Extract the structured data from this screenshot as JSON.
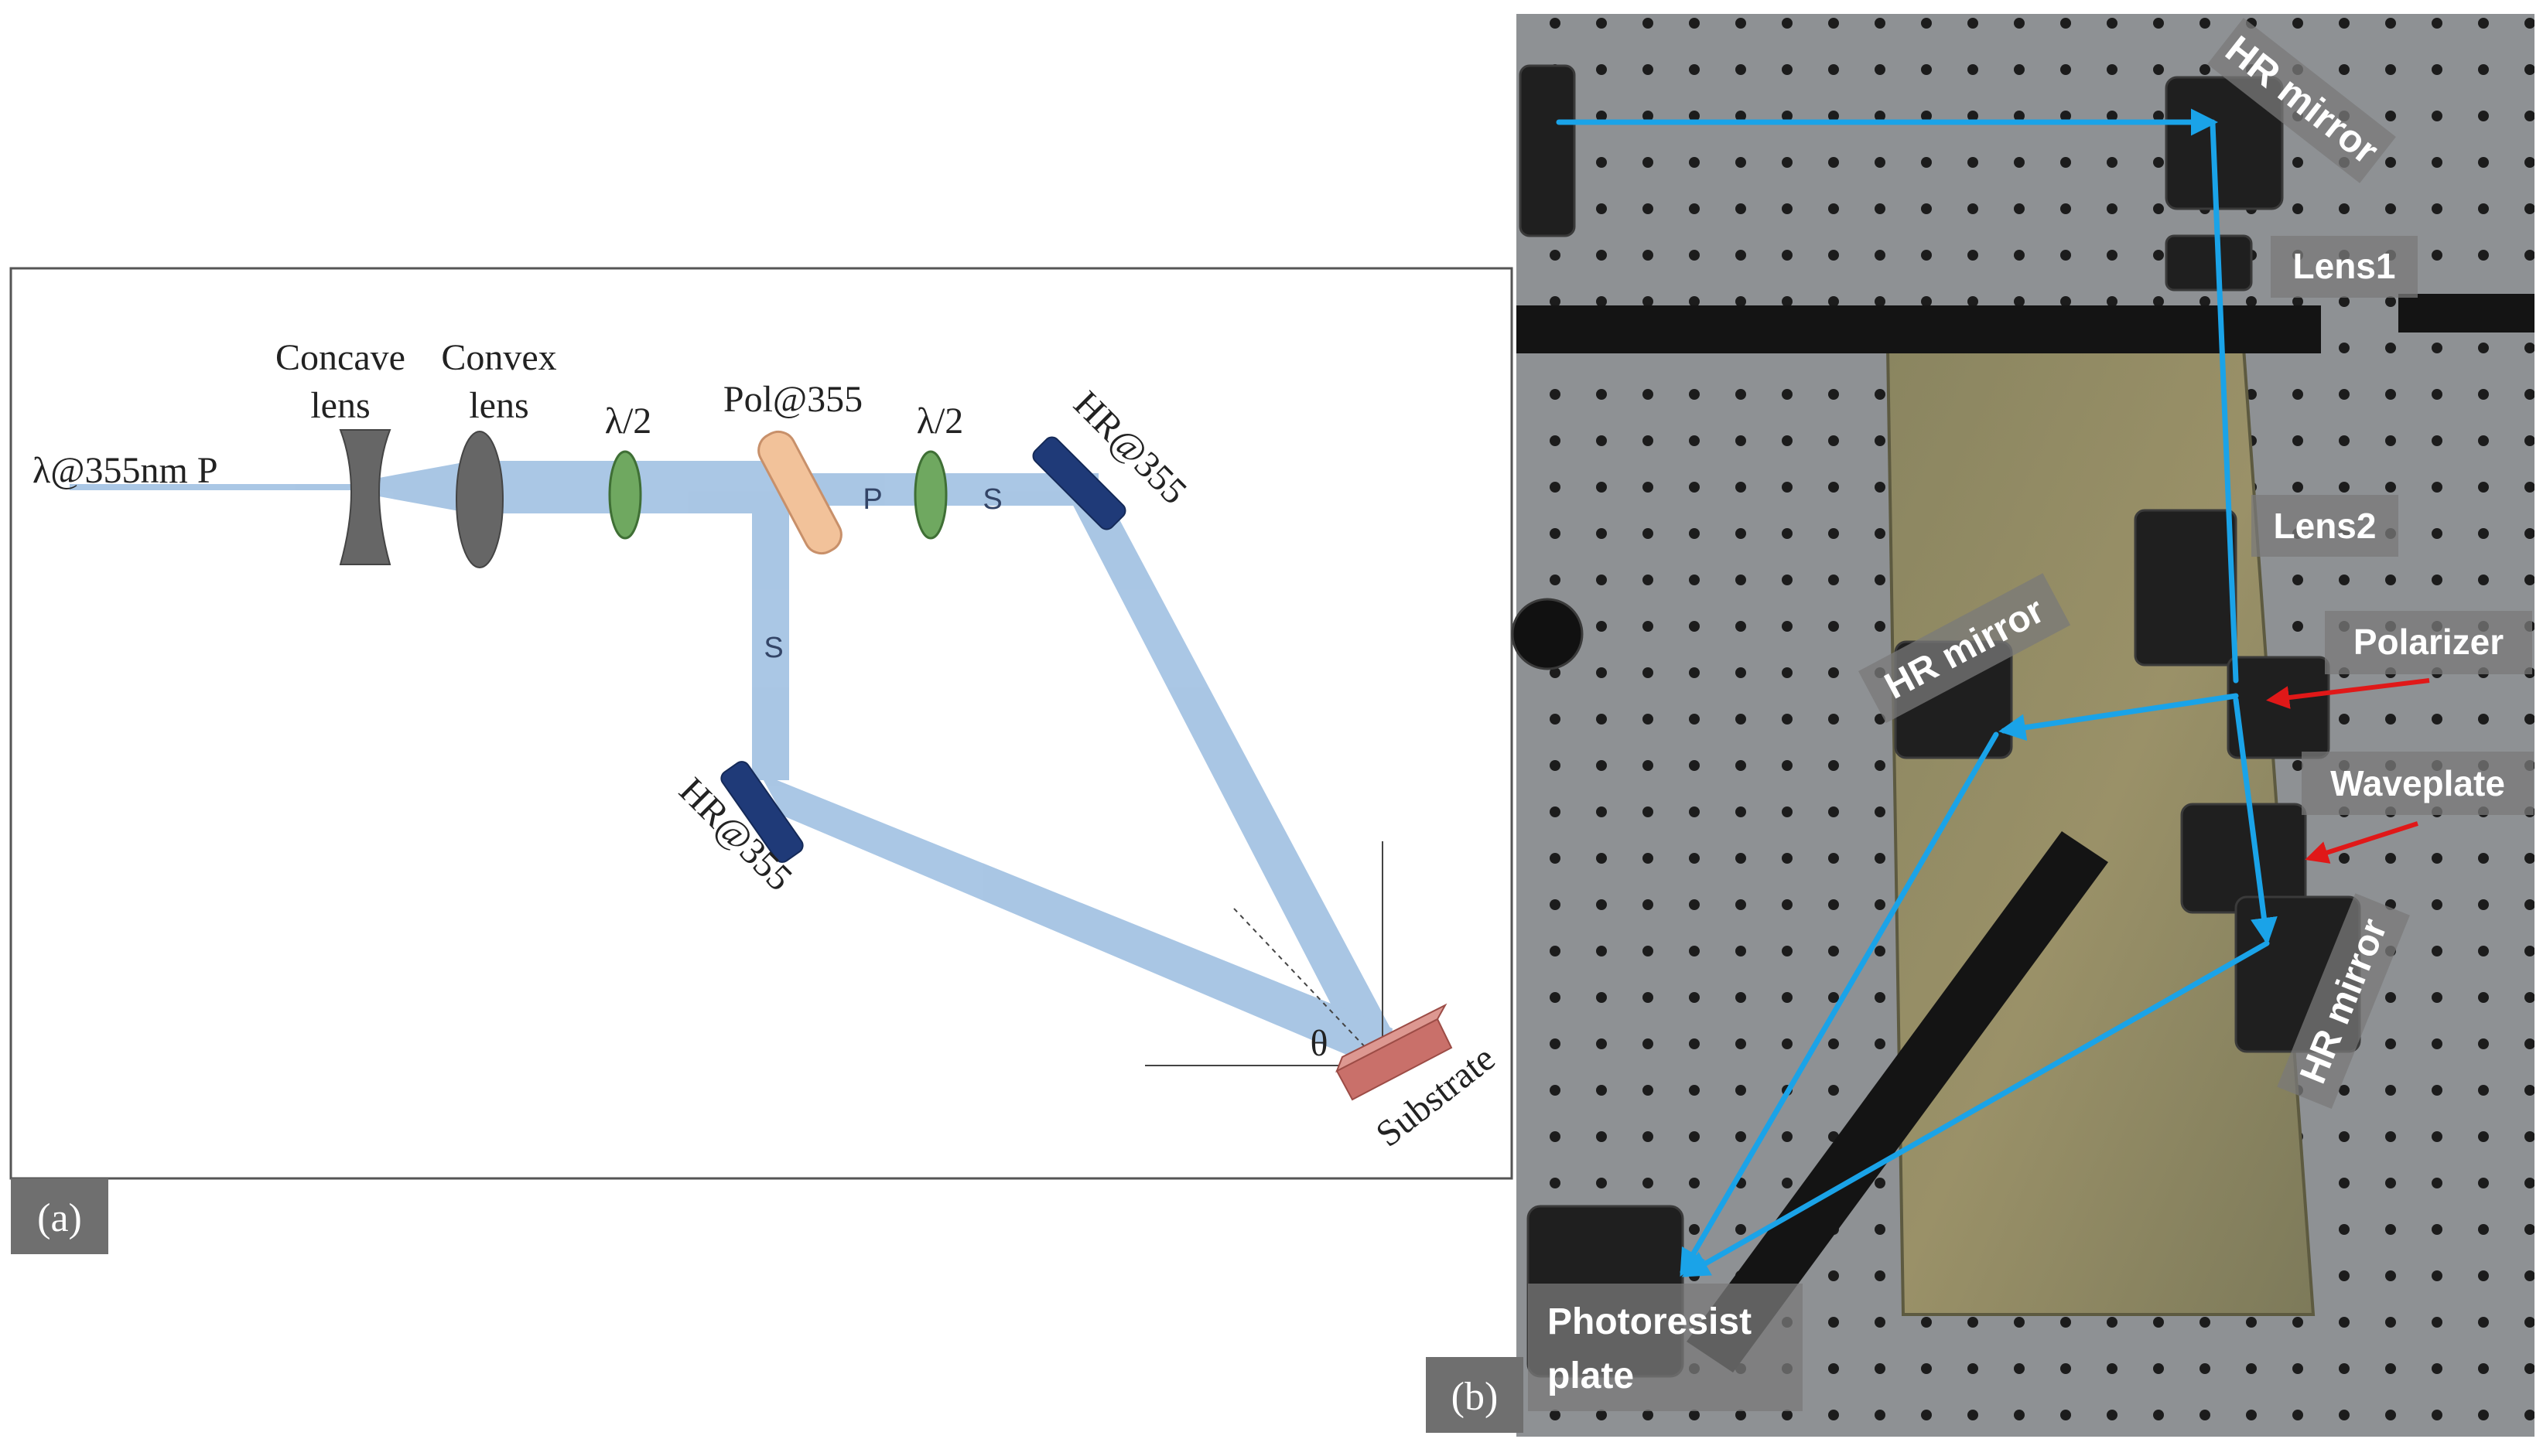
{
  "panel_a": {
    "tag": "(a)",
    "labels": {
      "source": "λ@355nm P",
      "concave_line1": "Concave",
      "concave_line2": "lens",
      "convex_line1": "Convex",
      "convex_line2": "lens",
      "halfwave_1": "λ/2",
      "polarizer": "Pol@355",
      "halfwave_2": "λ/2",
      "mirror_right": "HR@355",
      "mirror_left": "HR@355",
      "beam_p": "P",
      "beam_s_right": "S",
      "beam_s_down": "S",
      "angle": "θ",
      "substrate": "Substrate"
    },
    "colors": {
      "beam": "#9bbde0",
      "lens": "#666666",
      "waveplate": "#6fa860",
      "polarizer": "#f2c29a",
      "mirror": "#1f3a78",
      "substrate": "#c9706a"
    }
  },
  "panel_b": {
    "tag": "(b)",
    "labels": {
      "hr_mirror_top": "HR mirror",
      "lens1": "Lens1",
      "lens2": "Lens2",
      "polarizer": "Polarizer",
      "hr_mirror_left": "HR mirror",
      "waveplate": "Waveplate",
      "hr_mirror_right": "HR mirror",
      "photoresist_line1": "Photoresist",
      "photoresist_line2": "plate"
    },
    "colors": {
      "beam": "#1aa3e8",
      "pointer": "#e01818",
      "table": "#8c8f92"
    }
  }
}
